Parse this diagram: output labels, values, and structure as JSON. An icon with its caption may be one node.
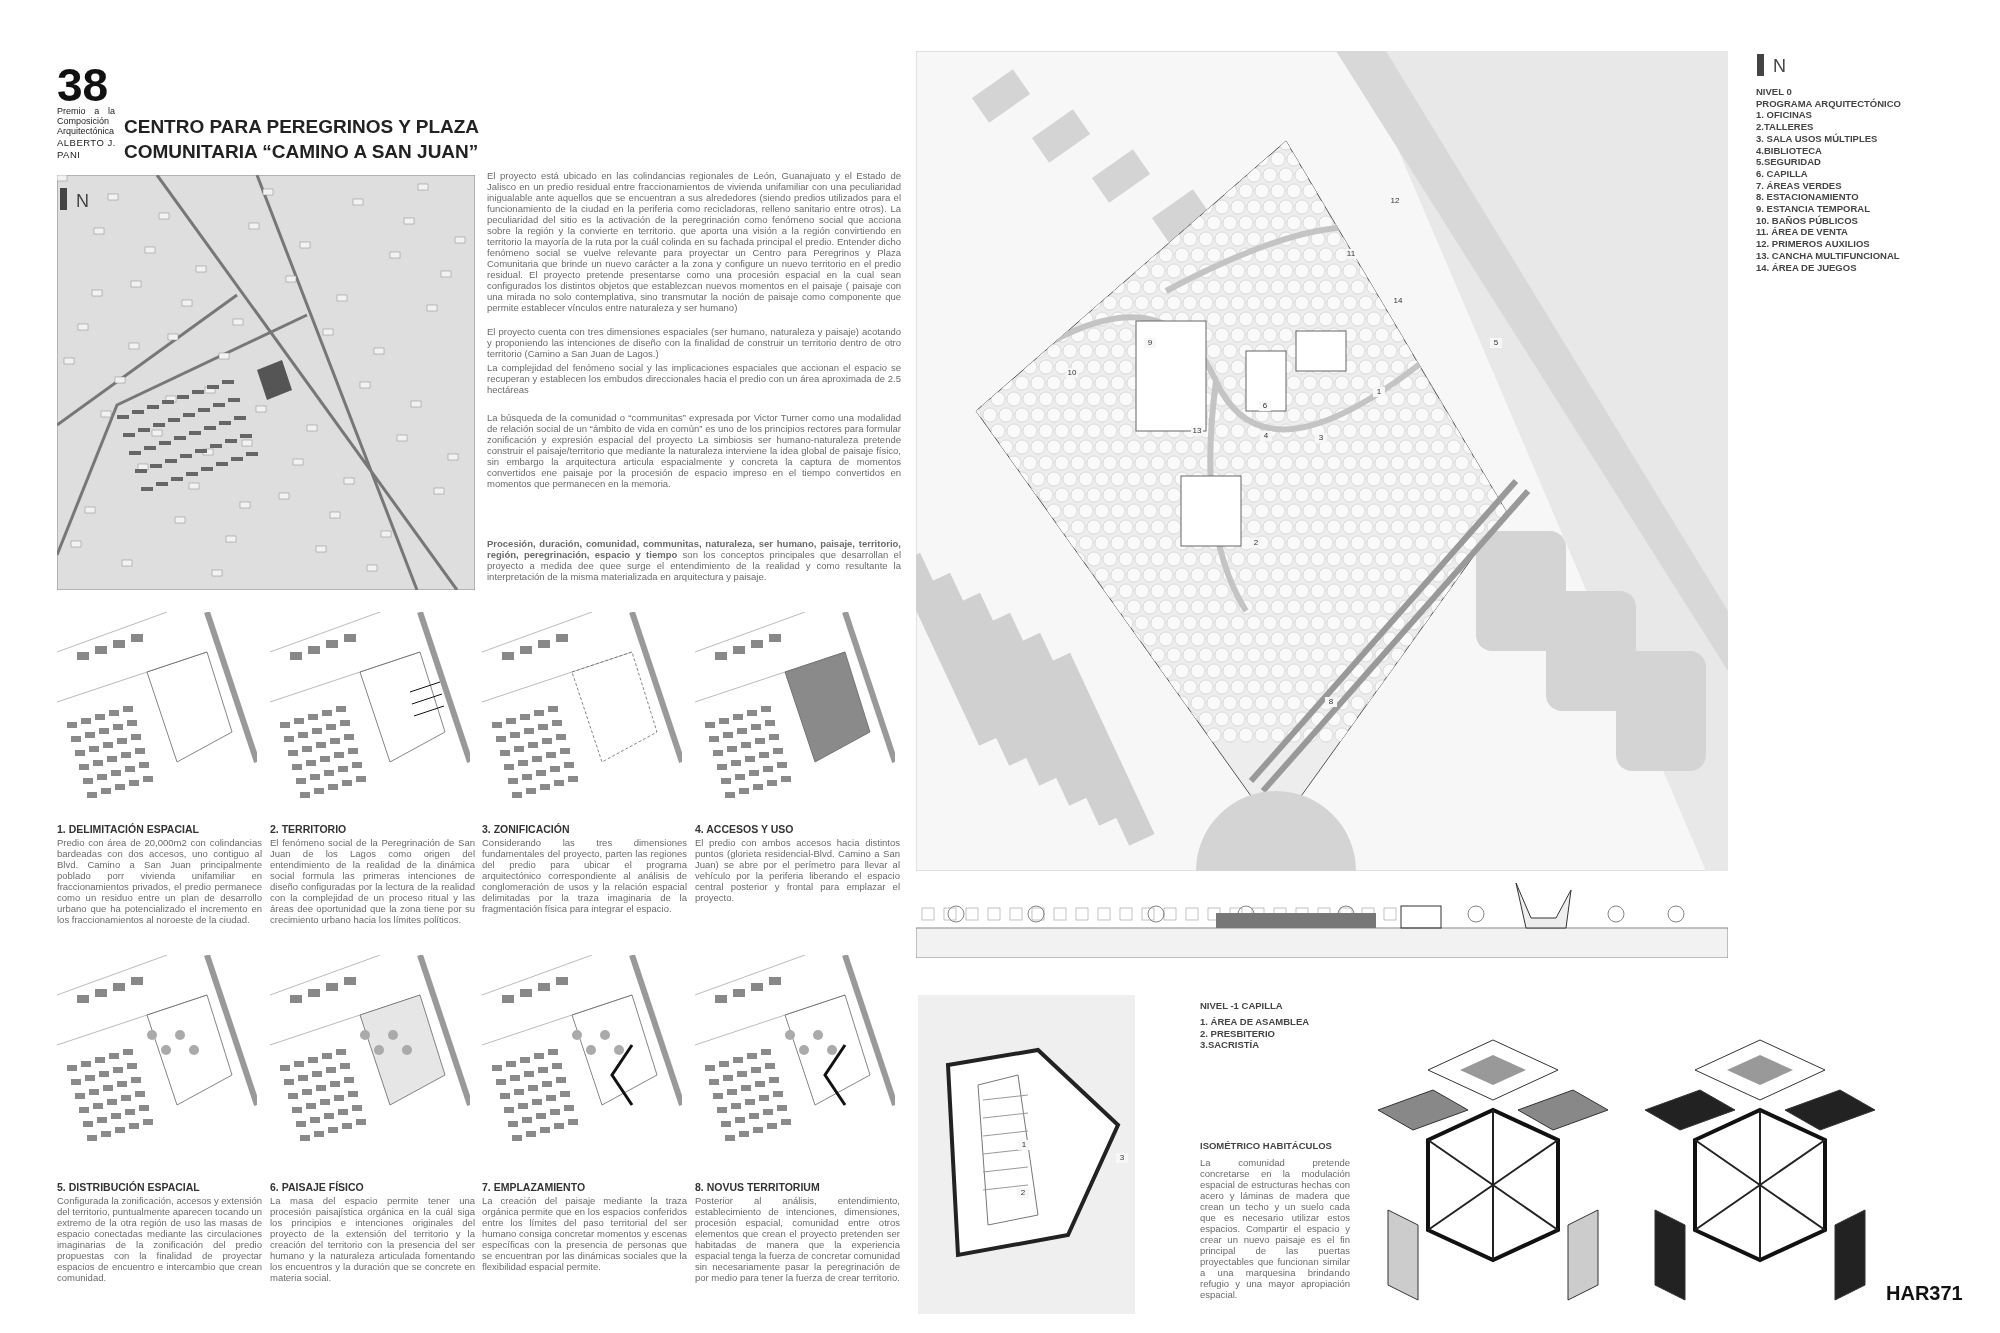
{
  "diagram": {
    "title": "CENTRO PARA PEREGRINOS Y PLAZA COMUNITARIA “CAMINO A SAN JUAN”",
    "labels": [
      "38",
      "Premio a la Composición Arquitectónica",
      "ALBERTO J. PANI",
      "N",
      "El proyecto está ubicado en las colindancias regionales de León, Guanajuato y el Estado de Jalisco en un predio residual entre fraccionamientos de vivienda unifamiliar con una peculiaridad inigualable ante aquellos que se encuentran a sus alrededores (siendo predios utilizados para el funcionamiento de la ciudad en la periferia como recicladoras, relleno sanitario entre otros). La peculiaridad del sitio es la activación de la peregrinación como fenómeno social que acciona sobre la región y la convierte en territorio. que aporta una visión a la región convirtiendo en territorio la mayoría de la ruta por la cuál colinda en su fachada principal el predio. Entender dicho fenómeno social se vuelve relevante para proyectar un Centro para Peregrinos y Plaza Comunitaria que brinde un nuevo carácter a la zona y configure un nuevo territorio en el predio residual. El proyecto pretende presentarse como una procesión espacial en la cual sean configurados los distintos objetos que establezcan nuevos momentos en el paisaje ( paisaje con una mirada no solo contemplativa, sino transmutar la noción de paisaje como componente que permite establecer vínculos entre naturaleza y ser humano)",
      "El proyecto cuenta con tres dimensiones espaciales (ser humano, naturaleza y paisaje) acotando y proponiendo las intenciones de diseño con la finalidad de construir un territorio dentro de otro territorio (Camino a San Juan de Lagos.)",
      "La complejidad del fenómeno social y las implicaciones espaciales que accionan el espacio se recuperan y establecen los embudos direccionales hacia el predio con un área aproximada de 2.5 hectáreas",
      "La búsqueda de la comunidad o “communitas” expresada por Victor Turner como una modalidad de relación social de un “ámbito de vida en común” es uno de los principios rectores para formular zonificación y expresión espacial del proyecto La simbiosis ser humano-naturaleza pretende construir el paisaje/territorio que mediante la naturaleza interviene la idea global de paisaje físico, sin embargo la arquitectura articula espacialmente y concreta la captura de momentos convertidos ene paisaje por la procesión de espacio impreso en el tiempo convertidos en momentos que permanecen en la memoria.",
      "**Procesión, duración, comunidad, communitas, naturaleza, ser humano, paisaje, territorio, región, peregrinación, espacio y tiempo** son los conceptos principales que desarrollan el proyecto a medida dee quee surge el entendimiento de la realidad y como resultante la interpretación de la misma materializada en arquitectura y paisaje.",
      "1. DELIMITACIÓN ESPACIAL",
      "Predio con área de 20,000m2 con colindancias bardeadas con dos accesos, uno contiguo al Blvd. Camino a San Juan principalmente poblado porr vivienda unifamiliar en fraccionamientos privados, el predio permanece como un residuo entre un plan de desarrollo urbano que ha potencializado el incremento en los fraccionamientos al noroeste de la ciudad.",
      "2. TERRITORIO",
      "El fenómeno social de la Peregrinación de San Juan de los Lagos como origen del entendimiento de la realidad de la dinámica social formula las primeras intenciones de diseño configuradas por la lectura de la realidad con la complejidad de un proceso ritual y las áreas dee oportunidad que la zona tiene por su crecimiento urbano hacia los límites políticos.",
      "3. ZONIFICACIÓN",
      "Considerando las tres dimensiones fundamentales del proyecto, parten las regiones del predio para ubicar el programa arquitectónico correspondiente al análisis de conglomeración de usos y la relación espacial delimitadas por la traza imaginaria de la fragmentación física para integrar el espacio.",
      "4. ACCESOS Y USO",
      "El predio con ambos accesos hacia distintos puntos (glorieta residencial-Blvd. Camino a San Juan) se abre por el perímetro para llevar al vehículo por la periferia liberando el espacio central posterior y frontal para emplazar el proyecto.",
      "5. DISTRIBUCIÓN ESPACIAL",
      "Configurada la zonificación, accesos y extensión del territorio, puntualmente aparecen tocando un extremo de la otra región de uso las masas de espacio conectadas mediante las circulaciones imaginarias de la zonificación del predio propuestas con la finalidad de proyectar espacios de encuentro e intercambio que crean comunidad.",
      "6. PAISAJE FÍSICO",
      "La masa del espacio permite tener una procesión paisajística orgánica en la cuál siga los principios e intenciones originales del proyecto de la extensión del territorio y la creación del territorio con la presencia del ser humano y la naturaleza articulada fomentando los encuentros y la duración que se concrete en materia social.",
      "7. EMPLAZAMIENTO",
      "La creación del paisaje mediante la traza orgánica permite que en los espacios conferidos entre los límites del paso territorial del ser humano consiga concretar momentos y escenas específicas con la presencia de personas que se encuentran por las dinámicas sociales que la flexibilidad espacial permite.",
      "8. NOVUS TERRITORIUM",
      "Posterior al análisis, entendimiento, establecimiento de intenciones, dimensiones, procesión espacial, comunidad entre otros elementos que crean el proyecto pretenden ser habitadas de manera que la experiencia espacial tenga la fuerza de concretar comunidad sin necesariamente pasar la peregrinación de por medio para tener la fuerza de crear territorio.",
      "N",
      "NIVEL 0",
      "PROGRAMA ARQUITECTÓNICO",
      "1. OFICINAS",
      "2.TALLERES",
      "3. SALA USOS MÚLTIPLES",
      "4.BIBLIOTECA",
      "5.SEGURIDAD",
      "6. CAPILLA",
      "7. ÁREAS VERDES",
      "8. ESTACIONAMIENTO",
      "9. ESTANCIA TEMPORAL",
      "10. BAÑOS PÚBLICOS",
      "11. ÁREA DE VENTA",
      "12. PRIMEROS AUXILIOS",
      "13. CANCHA MULTIFUNCIONAL",
      "14. ÁREA DE JUEGOS",
      "1",
      "2",
      "3",
      "4",
      "5",
      "6",
      "8",
      "9",
      "10",
      "11",
      "12",
      "13",
      "14",
      "NIVEL -1 CAPILLA",
      "1. ÁREA DE ASAMBLEA",
      "2. PRESBITERIO",
      "3.SACRISTÍA",
      "1",
      "2",
      "3",
      "ISOMÉTRICO HABITÁCULOS",
      "La comunidad pretende concretarse en la modulación espacial de estructuras hechas con acero y láminas de madera que crean un techo y un suelo cada que es necesario utilizar estos espacios. Compartir el espacio y crear un nuevo paisaje es el fin principal de las puertas proyectables que funcionan similar a una marquesina brindando refugio y una mayor apropiación espacial.",
      "HAR371"
    ]
  }
}
